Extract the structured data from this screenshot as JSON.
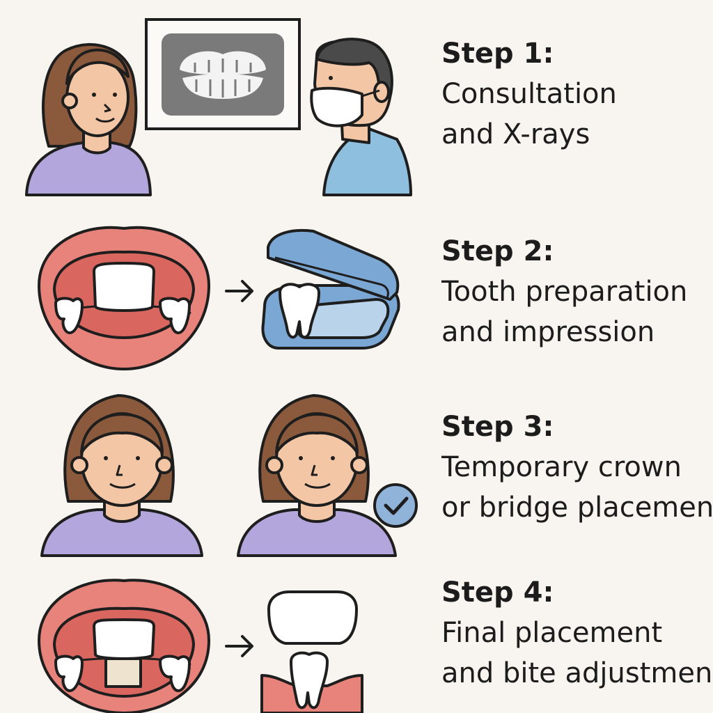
{
  "steps": [
    {
      "title": "Step 1:",
      "line1": "Consultation",
      "line2": "and X-rays"
    },
    {
      "title": "Step 2:",
      "line1": "Tooth preparation",
      "line2": "and impression"
    },
    {
      "title": "Step 3:",
      "line1": "Temporary crown",
      "line2": "or bridge placement"
    },
    {
      "title": "Step 4:",
      "line1": "Final placement",
      "line2": "and bite adjustment"
    }
  ],
  "colors": {
    "background": "#f8f5f0",
    "skin": "#f3c7a5",
    "hair": "#8b5a3c",
    "shirt_patient": "#b3a6dd",
    "shirt_dentist": "#8fbfde",
    "lips": "#e8837b",
    "gums": "#d9665f",
    "tray": "#7aa7d3",
    "check_badge": "#8fb3d9",
    "outline": "#1e1e1e"
  },
  "icons": [
    "patient-avatar",
    "xray-screen-icon",
    "dentist-avatar",
    "mouth-gap-icon",
    "arrow-right-icon",
    "impression-tray-icon",
    "tooth-icon",
    "check-badge-icon",
    "temporary-crown-icon",
    "crown-icon",
    "gum-tooth-icon"
  ]
}
